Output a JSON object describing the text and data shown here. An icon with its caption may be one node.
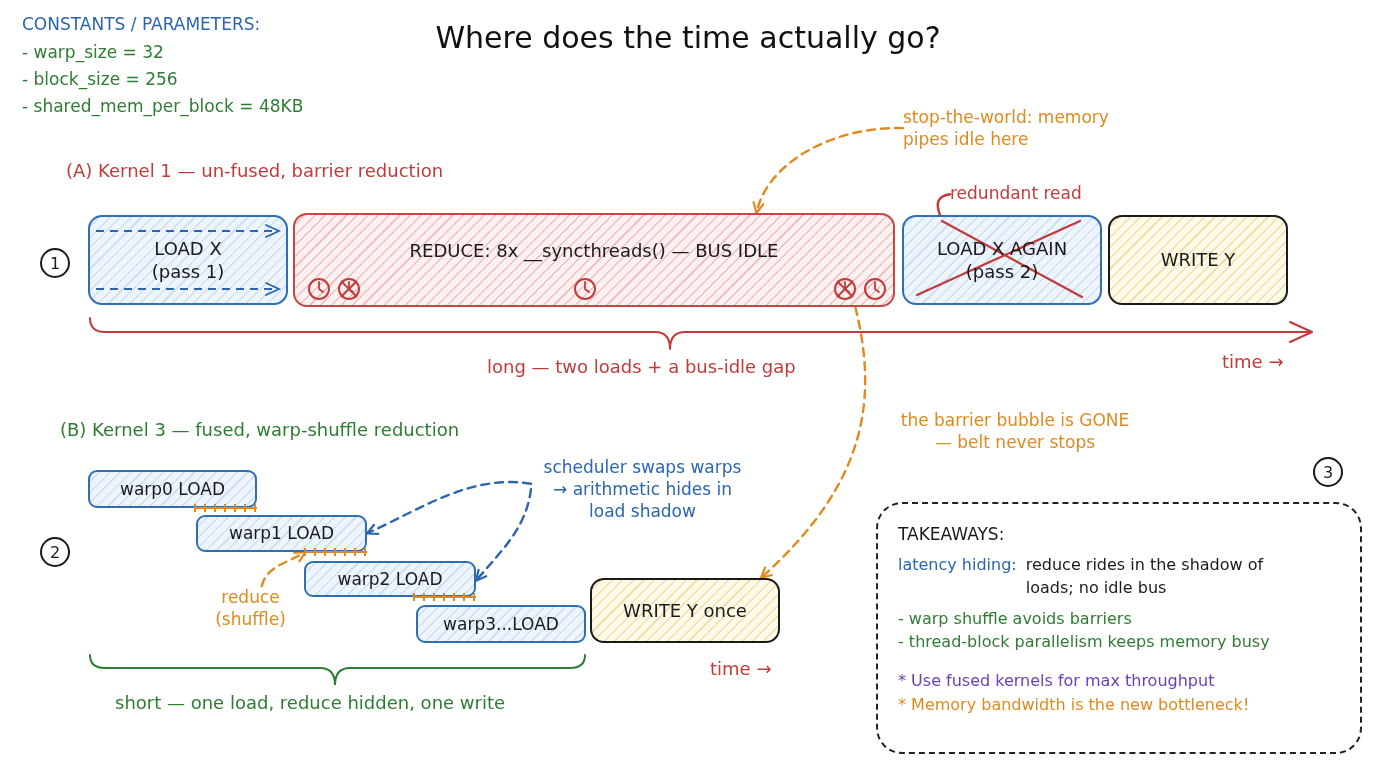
{
  "diagram": {
    "title": "Where does the time actually go?",
    "nodes": [
      {
        "text": [
          "stop-the-world: memory pipes idle here"
        ]
      },
      {
        "text": [
          "redundant read"
        ]
      },
      {
        "text": [
          "1"
        ]
      },
      {
        "text": [
          "LOAD X (pass 1)"
        ]
      },
      {
        "text": [
          "REDUCE: 8x __syncthreads() — BUS IDLE"
        ]
      },
      {
        "text": [
          "LOAD X AGAIN (pass 2)"
        ]
      },
      {
        "text": [
          "WRITE Y"
        ]
      },
      {
        "text": [
          "warp0 LOAD"
        ]
      },
      {
        "text": [
          "scheduler swaps warps → arithmetic hides in load shadow"
        ]
      },
      {
        "text": [
          "3"
        ]
      },
      {
        "text": [
          "warp1 LOAD"
        ]
      },
      {
        "text": [
          "2"
        ]
      },
      {
        "text": [
          "warp2 LOAD"
        ]
      },
      {
        "text": [
          "reduce (shuffle)"
        ]
      },
      {
        "text": [
          "warp3...LOAD"
        ]
      },
      {
        "text": [
          "WRITE Y once"
        ]
      },
      {
        "text": [
          "TAKEAWAYS:",
          "latency hiding:",
          "reduce rides in the shadow of loads; no idle bus",
          "- warp shuffle avoids barriers",
          "- thread-block parallelism keeps memory busy",
          "* Use fused kernels for max throughput",
          "* Memory bandwidth is the new bottleneck!"
        ]
      }
    ],
    "edges": [
      {
        "from": 0,
        "to": 4,
        "arrow": "to",
        "style": "dashed",
        "color": "#e08a1e"
      },
      {
        "from": 1,
        "to": 5,
        "arrow": "none",
        "color": "#c23b3b"
      },
      {
        "from": 4,
        "to": 15,
        "arrow": "to",
        "label": "the barrier bubble is GONE — belt never stops",
        "style": "dashed",
        "color": "#e08a1e"
      },
      {
        "from": 8,
        "to": 10,
        "arrow": "to",
        "style": "dashed",
        "color": "#2b65b0"
      },
      {
        "from": 8,
        "to": 12,
        "arrow": "to",
        "style": "dashed",
        "color": "#2b65b0"
      },
      {
        "from": 13,
        "to": 10,
        "arrow": "to",
        "style": "dashed",
        "color": "#e08a1e"
      }
    ],
    "labels": [
      "CONSTANTS / PARAMETERS:",
      "- warp_size = 32",
      "- block_size = 256",
      "- shared_mem_per_block = 48KB",
      "(A) Kernel 1 — un-fused, barrier reduction",
      "long — two loads + a bus-idle gap",
      "time →",
      "(B) Kernel 3 — fused, warp-shuffle reduction",
      "time →",
      "short — one load, reduce hidden, one write"
    ]
  }
}
